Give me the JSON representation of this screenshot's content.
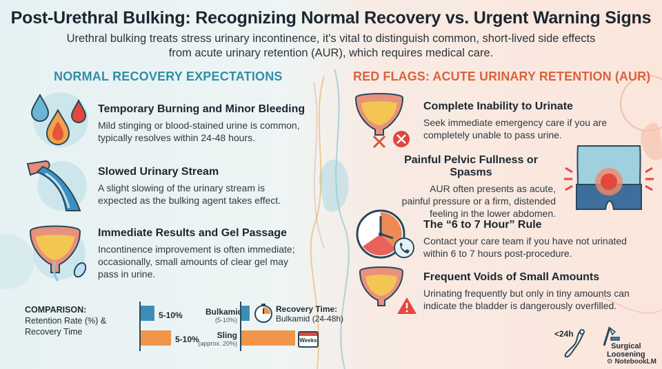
{
  "header": {
    "title": "Post-Urethral Bulking: Recognizing Normal Recovery vs. Urgent Warning Signs",
    "subtitle_line1": "Urethral bulking treats stress urinary incontinence, it's vital to distinguish common, short-lived side effects",
    "subtitle_line2": "from acute urinary retention (AUR), which requires medical care."
  },
  "normal": {
    "heading": "NORMAL RECOVERY EXPECTATIONS",
    "items": [
      {
        "title": "Temporary Burning and Minor Bleeding",
        "line1": "Mild stinging or blood-stained urine is common,",
        "line2": "typically resolves within 24-48 hours.",
        "line3": "",
        "icon": "droplets-icon"
      },
      {
        "title": "Slowed Urinary Stream",
        "line1": "A slight slowing of the urinary stream is",
        "line2": "expected as the bulking agent takes effect.",
        "line3": "",
        "icon": "urine-stream-icon"
      },
      {
        "title": "Immediate Results and Gel Passage",
        "line1": "Incontinence improvement is often immediate;",
        "line2": "occasionally, small amounts of clear gel may",
        "line3": "pass in urine.",
        "icon": "bladder-gel-icon"
      }
    ]
  },
  "red_flags": {
    "heading": "RED FLAGS: ACUTE URINARY RETENTION (AUR)",
    "items": [
      {
        "title": "Complete Inability to Urinate",
        "line1": "Seek immediate emergency care if you are",
        "line2": "completely unable to pass urine.",
        "line3": "",
        "icon": "blocked-bladder-icon"
      },
      {
        "title": "Painful Pelvic Fullness or Spasms",
        "line1": "AUR often presents as acute,",
        "line2": "painful pressure or a firm, distended",
        "line3": "feeling in the lower abdomen.",
        "icon": "abdomen-pain-icon"
      },
      {
        "title": "The “6 to 7 Hour” Rule",
        "line1": "Contact your care team if you have not urinated",
        "line2": "within 6 to 7 hours post-procedure.",
        "line3": "",
        "icon": "clock-phone-icon"
      },
      {
        "title": "Frequent Voids of Small Amounts",
        "line1": "Urinating frequently but only in tiny amounts can",
        "line2": "indicate the bladder is dangerously overfilled.",
        "line3": "",
        "icon": "bladder-warning-icon"
      }
    ]
  },
  "comparison": {
    "label_line1": "COMPARISON:",
    "label_line2": "Retention Rate (%) &",
    "label_line3": "Recovery Time",
    "bar1_value": "5-10%",
    "bar2_value": "5-10%",
    "bulkamid_label": "Bulkamid",
    "bulkamid_sub": "(5-10%)",
    "sling_label": "Sling",
    "sling_sub": "(approx. 20%)",
    "recovery_label": "Recovery Time:",
    "recovery_value": "Bulkamid (24-48h)",
    "weeks_label": "Weeks",
    "lt24_label": "<24h",
    "surgical_line1": "Surgical",
    "surgical_line2": "Loosening"
  },
  "footer": {
    "brand": "NotebookLM"
  },
  "colors": {
    "teal": "#2f8fa8",
    "red_orange": "#d9633c",
    "bar_blue": "#3d8db5",
    "bar_orange": "#f0954a"
  }
}
